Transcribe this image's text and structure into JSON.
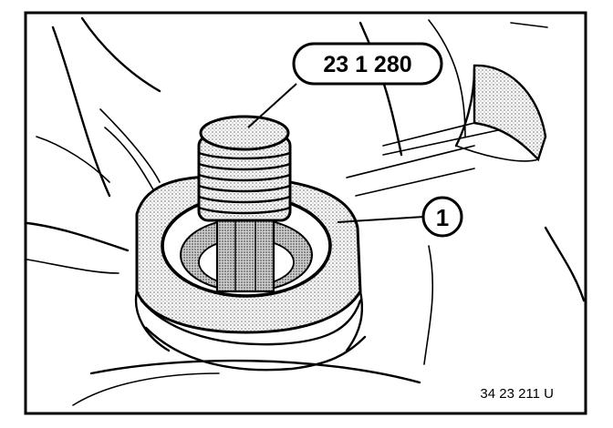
{
  "callouts": {
    "tool_number": "23 1 280",
    "part_number": "1"
  },
  "figure_reference": "34 23 211 U",
  "colors": {
    "ink": "#000000",
    "paper": "#ffffff",
    "shading": "#bdbdbd"
  }
}
